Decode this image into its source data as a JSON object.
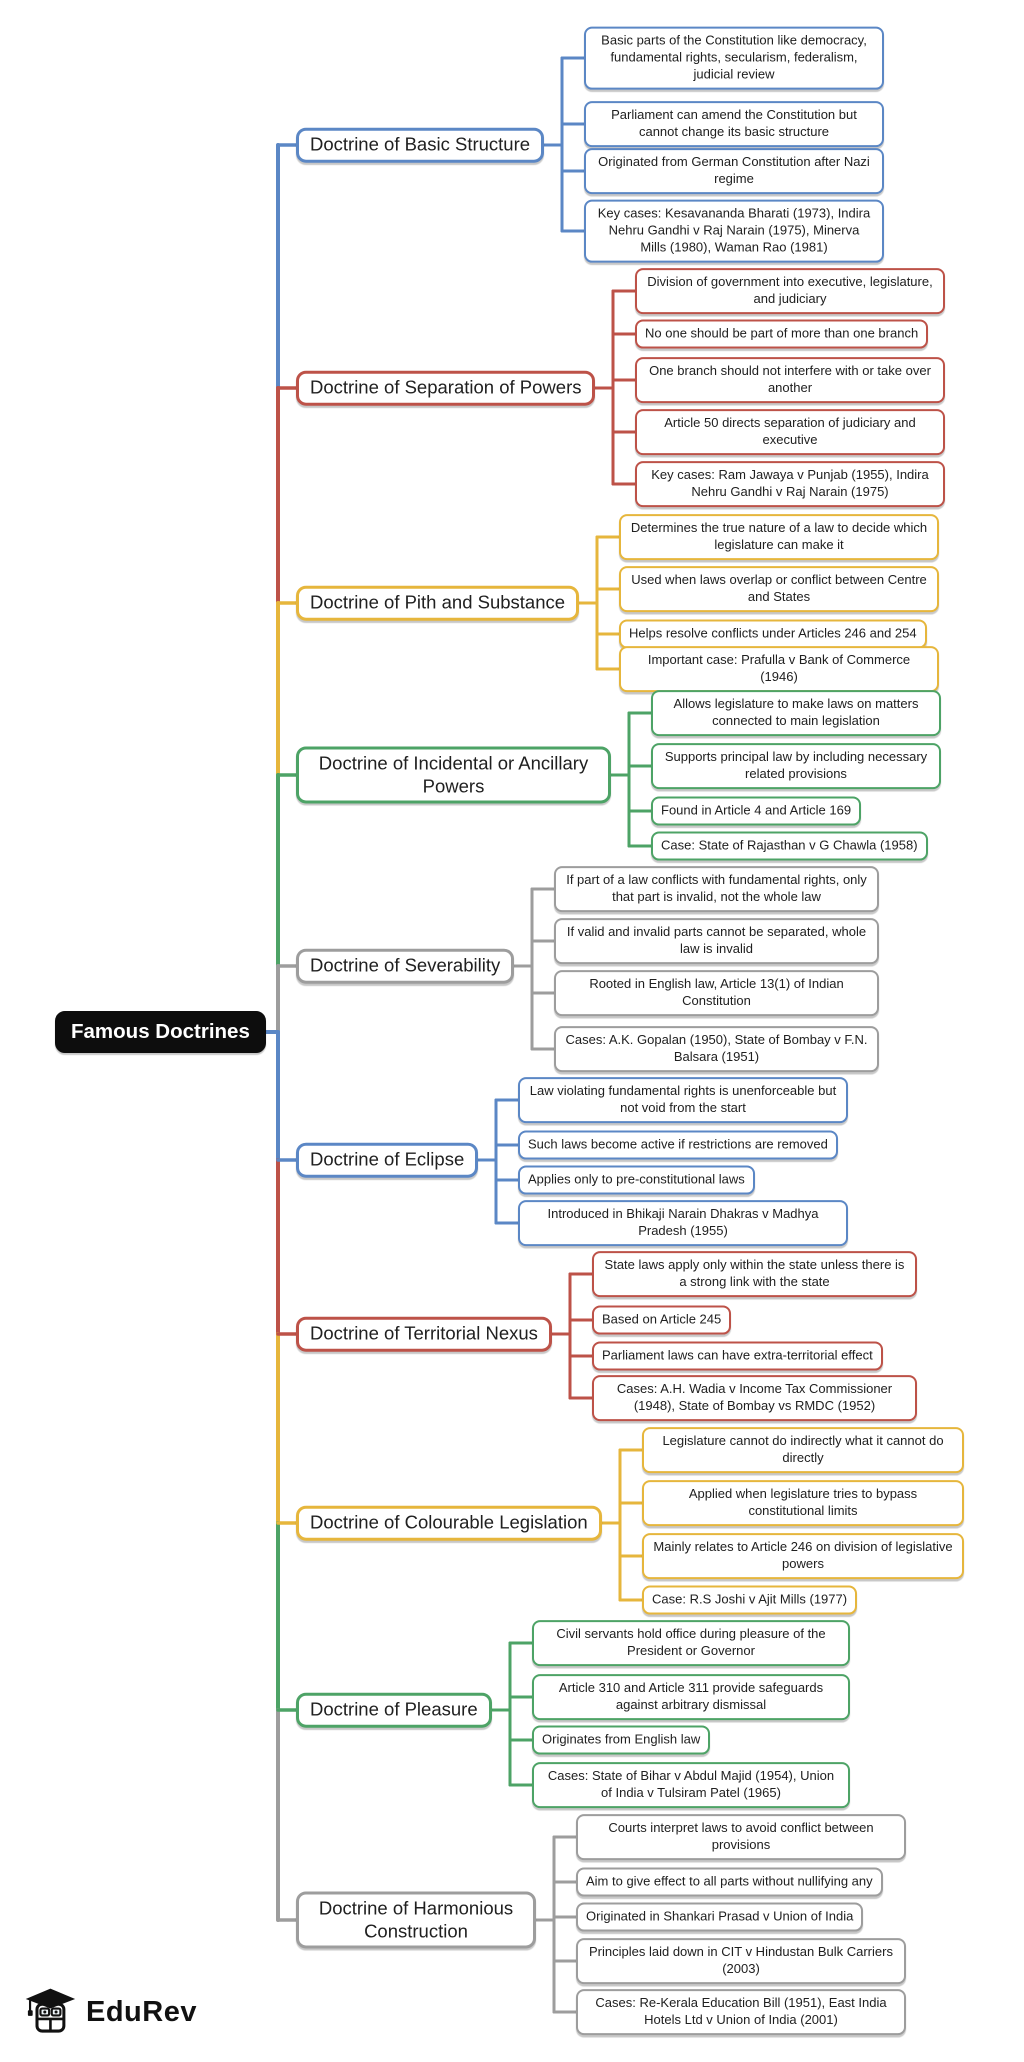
{
  "root": {
    "label": "Famous Doctrines"
  },
  "logo": {
    "text": "EduRev"
  },
  "colors": {
    "blue": "#5b87c5",
    "red": "#bd5248",
    "yellow": "#e6b63c",
    "green": "#4da366",
    "gray": "#9d9d9d",
    "root_bg": "#0d0d0d"
  },
  "sections": [
    {
      "label": "Doctrine of Basic Structure",
      "color": "blue",
      "leaves": [
        "Basic parts of the Constitution like democracy, fundamental rights, secularism, federalism, judicial review",
        "Parliament can amend the Constitution but cannot change its basic structure",
        "Originated from German Constitution after Nazi regime",
        "Key cases: Kesavananda Bharati (1973), Indira Nehru Gandhi v Raj Narain (1975), Minerva Mills (1980), Waman Rao (1981)"
      ]
    },
    {
      "label": "Doctrine of Separation of Powers",
      "color": "red",
      "leaves": [
        "Division of government into executive, legislature, and judiciary",
        "No one should be part of more than one branch",
        "One branch should not interfere with or take over another",
        "Article 50 directs separation of judiciary and executive",
        "Key cases: Ram Jawaya v Punjab (1955), Indira Nehru Gandhi v Raj Narain (1975)"
      ]
    },
    {
      "label": "Doctrine of Pith and Substance",
      "color": "yellow",
      "leaves": [
        "Determines the true nature of a law to decide which legislature can make it",
        "Used when laws overlap or conflict between Centre and States",
        "Helps resolve conflicts under Articles 246 and 254",
        "Important case: Prafulla v Bank of Commerce (1946)"
      ]
    },
    {
      "label": "Doctrine of Incidental or Ancillary Powers",
      "color": "green",
      "leaves": [
        "Allows legislature to make laws on matters connected to main legislation",
        "Supports principal law by including necessary related provisions",
        "Found in Article 4 and Article 169",
        "Case: State of Rajasthan v G Chawla (1958)"
      ]
    },
    {
      "label": "Doctrine of Severability",
      "color": "gray",
      "leaves": [
        "If part of a law conflicts with fundamental rights, only that part is invalid, not the whole law",
        "If valid and invalid parts cannot be separated, whole law is invalid",
        "Rooted in English law, Article 13(1) of Indian Constitution",
        "Cases: A.K. Gopalan (1950), State of Bombay v F.N. Balsara (1951)"
      ]
    },
    {
      "label": "Doctrine of Eclipse",
      "color": "blue",
      "leaves": [
        "Law violating fundamental rights is unenforceable but not void from the start",
        "Such laws become active if restrictions are removed",
        "Applies only to pre-constitutional laws",
        "Introduced in Bhikaji Narain Dhakras v Madhya Pradesh (1955)"
      ]
    },
    {
      "label": "Doctrine of Territorial Nexus",
      "color": "red",
      "leaves": [
        "State laws apply only within the state unless there is a strong link with the state",
        "Based on Article 245",
        "Parliament laws can have extra-territorial effect",
        "Cases: A.H. Wadia v Income Tax Commissioner (1948), State of Bombay vs RMDC (1952)"
      ]
    },
    {
      "label": "Doctrine of Colourable Legislation",
      "color": "yellow",
      "leaves": [
        "Legislature cannot do indirectly what it cannot do directly",
        "Applied when legislature tries to bypass constitutional limits",
        "Mainly relates to Article 246 on division of legislative powers",
        "Case: R.S Joshi v Ajit Mills (1977)"
      ]
    },
    {
      "label": "Doctrine of Pleasure",
      "color": "green",
      "leaves": [
        "Civil servants hold office during pleasure of the President or Governor",
        "Article 310 and Article 311 provide safeguards against arbitrary dismissal",
        "Originates from English law",
        "Cases: State of Bihar v Abdul Majid (1954), Union of India v Tulsiram Patel (1965)"
      ]
    },
    {
      "label": "Doctrine of Harmonious Construction",
      "color": "gray",
      "leaves": [
        "Courts interpret laws to avoid conflict between provisions",
        "Aim to give effect to all parts without nullifying any",
        "Originated in Shankari Prasad v Union of India",
        "Principles laid down in CIT v Hindustan Bulk Carriers (2003)",
        "Cases: Re-Kerala Education Bill (1951), East India Hotels Ltd v Union of India (2001)"
      ]
    }
  ]
}
